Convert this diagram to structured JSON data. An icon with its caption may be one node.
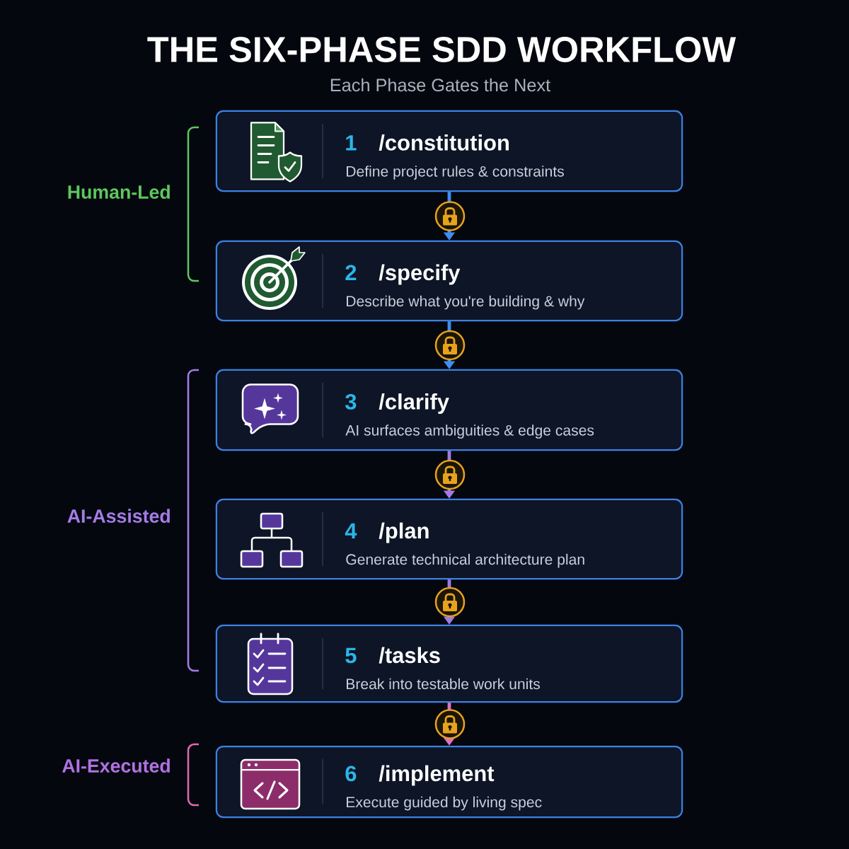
{
  "diagram": {
    "title": "THE SIX-PHASE SDD WORKFLOW",
    "nodes": [
      {
        "text": [
          "1",
          "/constitution",
          "Define project rules & constraints"
        ]
      },
      {
        "text": [
          "2",
          "/specify",
          "Describe what you're building & why"
        ]
      },
      {
        "text": [
          "3",
          "/clarify",
          "AI surfaces ambiguities & edge cases"
        ]
      },
      {
        "text": [
          "4",
          "/plan",
          "Generate technical architecture plan"
        ]
      },
      {
        "text": [
          "5",
          "/tasks",
          "Break into testable work units"
        ]
      },
      {
        "text": [
          "6",
          "/implement",
          "Execute guided by living spec"
        ]
      }
    ],
    "edges": [
      {
        "from": 0,
        "to": 1,
        "arrow": "to",
        "color": "#3f8ef0"
      },
      {
        "from": 1,
        "to": 2,
        "arrow": "to",
        "color": "#3f8ef0"
      },
      {
        "from": 2,
        "to": 3,
        "arrow": "to",
        "color": "#a07ae6"
      },
      {
        "from": 3,
        "to": 4,
        "arrow": "to",
        "color": "#a07ae6"
      },
      {
        "from": 4,
        "to": 5,
        "arrow": "to",
        "color": "#e070c8"
      }
    ],
    "labels": [
      "Each Phase Gates the Next",
      "Human-Led",
      "AI-Assisted",
      "AI-Executed"
    ]
  }
}
